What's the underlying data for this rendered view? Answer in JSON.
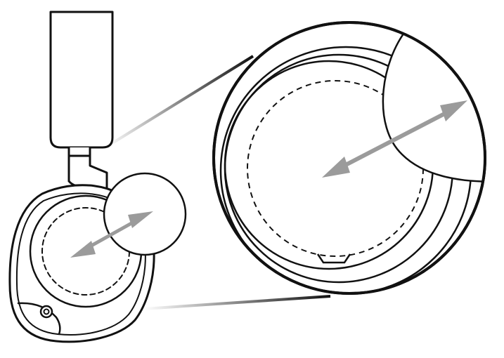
{
  "diagram": {
    "subject": "headphone-earcup-swipe-gesture",
    "colors": {
      "outline": "#111111",
      "arrow": "#9b9b9b",
      "background": "#ffffff",
      "fill": "#ffffff"
    },
    "icons": {
      "gesture": "double-headed-arrow",
      "magnifier": "zoom-callout"
    }
  }
}
